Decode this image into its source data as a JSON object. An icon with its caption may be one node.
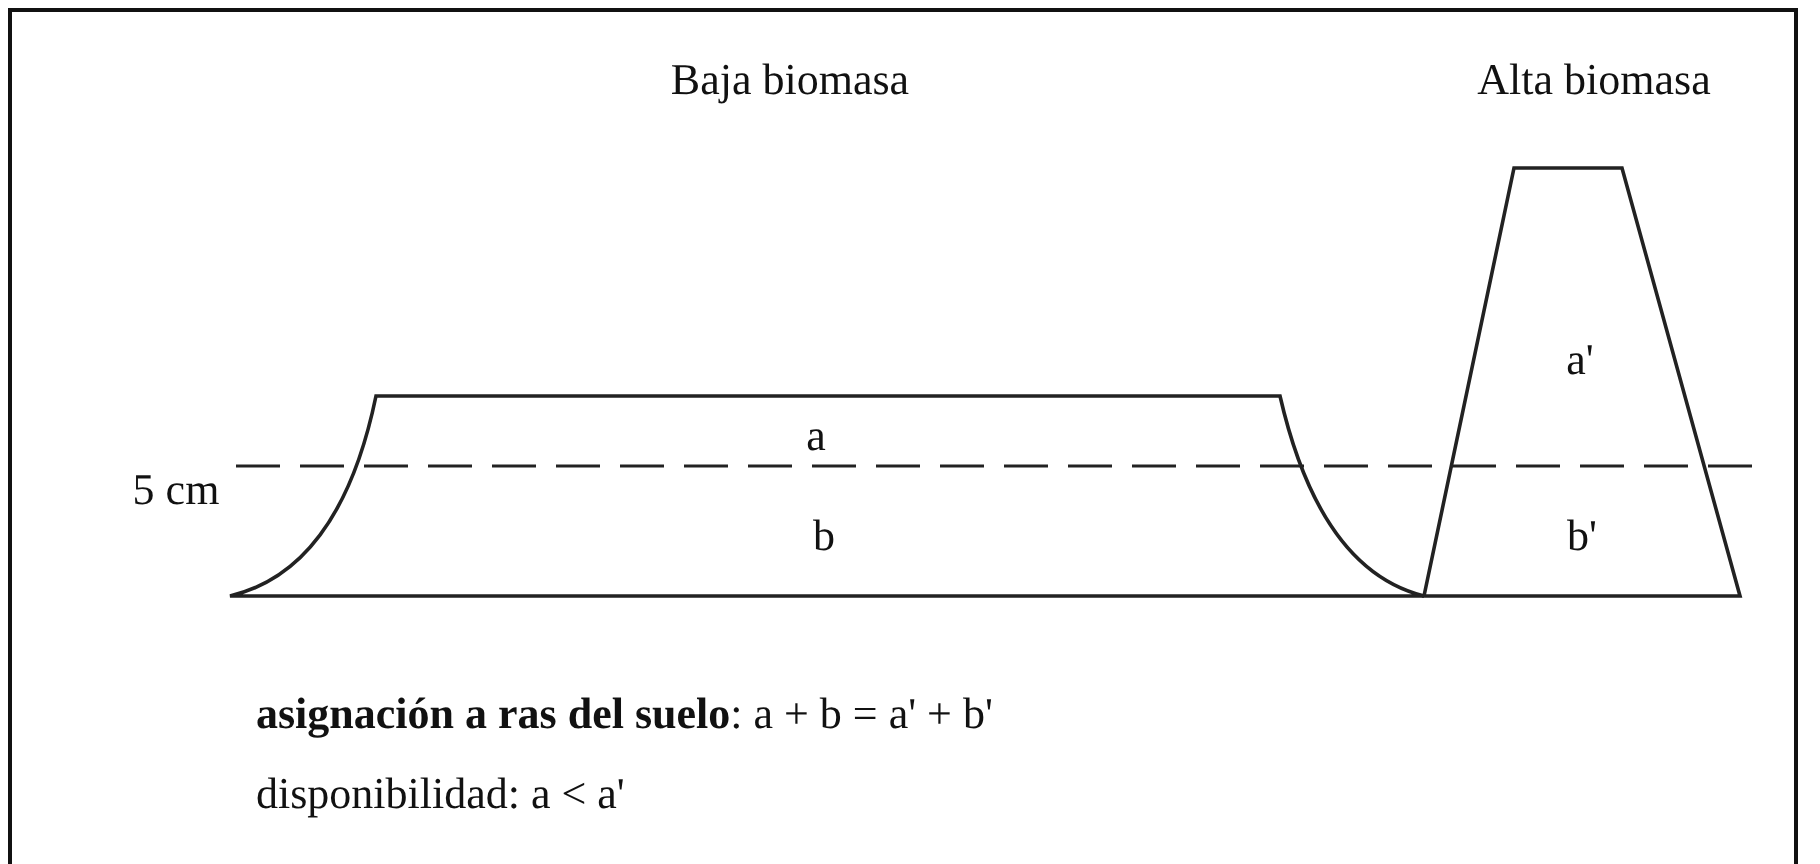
{
  "diagram": {
    "nodes": [
      {
        "text": [
          "a",
          "b"
        ]
      },
      {
        "text": [
          "a'",
          "b'"
        ]
      }
    ],
    "labels": [
      "Baja biomasa",
      "Alta biomasa",
      "5 cm",
      "**asignación a ras del suelo**: a + b = a' + b'",
      "disponibilidad: a < a'"
    ]
  }
}
